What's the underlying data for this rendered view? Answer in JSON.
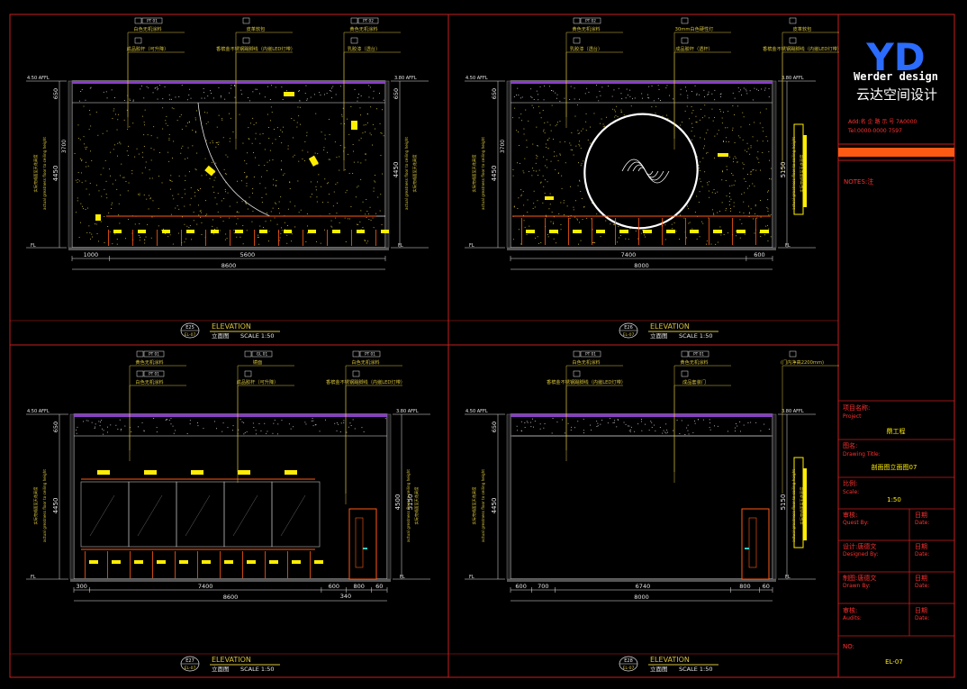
{
  "colors": {
    "background": "#000000",
    "frame": "#c81e1e",
    "annotation": "#d7c23c",
    "dimension": "#e6e6e6",
    "accent_orange": "#ff5a14",
    "text_white": "#ffffff",
    "ceiling_purple": "#8a3cc8",
    "logo_blue": "#2b6cff",
    "fixture_yellow": "#ffee00"
  },
  "sheet": {
    "title_block": {
      "logo_letters": "YD",
      "company_en": "Werder design",
      "company_cn": "云达空间设计",
      "address_line": "Add:名 企 路 示 号 7A0000",
      "tel_line": "Tel:0000-0000 7597",
      "notes_label": "NOTES:注",
      "project_label": "项目名称:",
      "project_label_en": "Project",
      "project_value": "鼎工程",
      "drawing_title_label": "图名:",
      "drawing_title_label_en": "Drawing Title:",
      "drawing_title_value": "剖面图立面图07",
      "scale_label": "比例:",
      "scale_label_en": "Scale:",
      "scale_value": "1:50",
      "rows": [
        {
          "label": "审核:",
          "label_en": "Quest By:",
          "date_label": "日期",
          "date_en": "Date:"
        },
        {
          "label": "设计:唐德文",
          "label_en": "Designed By:",
          "date_label": "日期",
          "date_en": "Date:"
        },
        {
          "label": "制图:唐德文",
          "label_en": "Drawn By:",
          "date_label": "日期",
          "date_en": "Date:"
        },
        {
          "label": "审核:",
          "label_en": "Audits:",
          "date_label": "日期",
          "date_en": "Date:"
        }
      ],
      "no_label": "NO:",
      "no_value": "EL-07"
    },
    "common": {
      "elevation_word": "ELEVATION",
      "cn_view": "立面图",
      "scale_text": "SCALE 1:50",
      "sub_code": "EL-07",
      "side_label_en": "actual greatness floor to ceiling height",
      "side_label_cn": "实际完成面至天花高度",
      "fl": "FL",
      "fin_left": "4.50 AFFL",
      "fin_right": "3.80 AFFL"
    },
    "panels": [
      {
        "id": "E25",
        "h_total": "4450",
        "h_top": "650",
        "h_mid": "3700",
        "h_right_total": "4450",
        "h_right_top": "650",
        "dims_top": [
          "1000",
          "5600"
        ],
        "dims_total": "8600",
        "tags": [
          {
            "code": "PT 01",
            "text": "白色无机涂料"
          },
          {
            "code": "",
            "text": "成品胶杆（可升降）"
          },
          {
            "code": "",
            "text": "皮革软包"
          },
          {
            "code": "",
            "text": "香槟金不锈钢踢脚线（内嵌LED灯带）"
          },
          {
            "code": "PT 02",
            "text": "黄色无机涂料"
          },
          {
            "code": "",
            "text": "乳胶漆（透台）"
          }
        ]
      },
      {
        "id": "E26",
        "h_total": "4450",
        "h_top": "650",
        "h_mid": "3700",
        "h_right_total": "5150",
        "dims_top": [
          "7400",
          "600"
        ],
        "dims_total": "8000",
        "tags": [
          {
            "code": "PT 02",
            "text": "黄色无机涂料"
          },
          {
            "code": "",
            "text": "乳胶漆（透台）"
          },
          {
            "code": "",
            "text": "30mm白色硬性灯"
          },
          {
            "code": "",
            "text": "成品胶杆（透杆）"
          },
          {
            "code": "",
            "text": "皮革软包"
          },
          {
            "code": "",
            "text": "香槟金不锈钢踢脚线（内嵌LED灯带）"
          }
        ]
      },
      {
        "id": "E27",
        "h_total": "4450",
        "h_top": "650",
        "h_right_total": "4500",
        "h_right_mid": "5150",
        "dims_top": [
          "300",
          "7400",
          "600",
          "800",
          "60"
        ],
        "dims_total": "8600",
        "dims_extra": "340",
        "tags": [
          {
            "code": "PT 01",
            "text": "黄色无机涂料"
          },
          {
            "code": "PT 01",
            "text": "白色无机涂料"
          },
          {
            "code": "GL 01",
            "text": "镜面"
          },
          {
            "code": "",
            "text": "成品胶杆（可升降）"
          },
          {
            "code": "PT 01",
            "text": "白色无机涂料"
          },
          {
            "code": "",
            "text": "香槟金不锈钢踢脚线（内嵌LED灯带）"
          }
        ]
      },
      {
        "id": "E28",
        "h_total": "4450",
        "h_top": "650",
        "h_right_total": "5150",
        "dims_top": [
          "600",
          "700",
          "6740",
          "800",
          "60"
        ],
        "dims_total": "8000",
        "tags": [
          {
            "code": "PT 01",
            "text": "白色无机涂料"
          },
          {
            "code": "",
            "text": "香槟金不锈钢踢脚线（内嵌LED灯带）"
          },
          {
            "code": "PT 01",
            "text": "黄色无机涂料"
          },
          {
            "code": "",
            "text": "成品套装门"
          },
          {
            "code": "",
            "text": "(门内净高2200mm)"
          }
        ]
      }
    ]
  }
}
